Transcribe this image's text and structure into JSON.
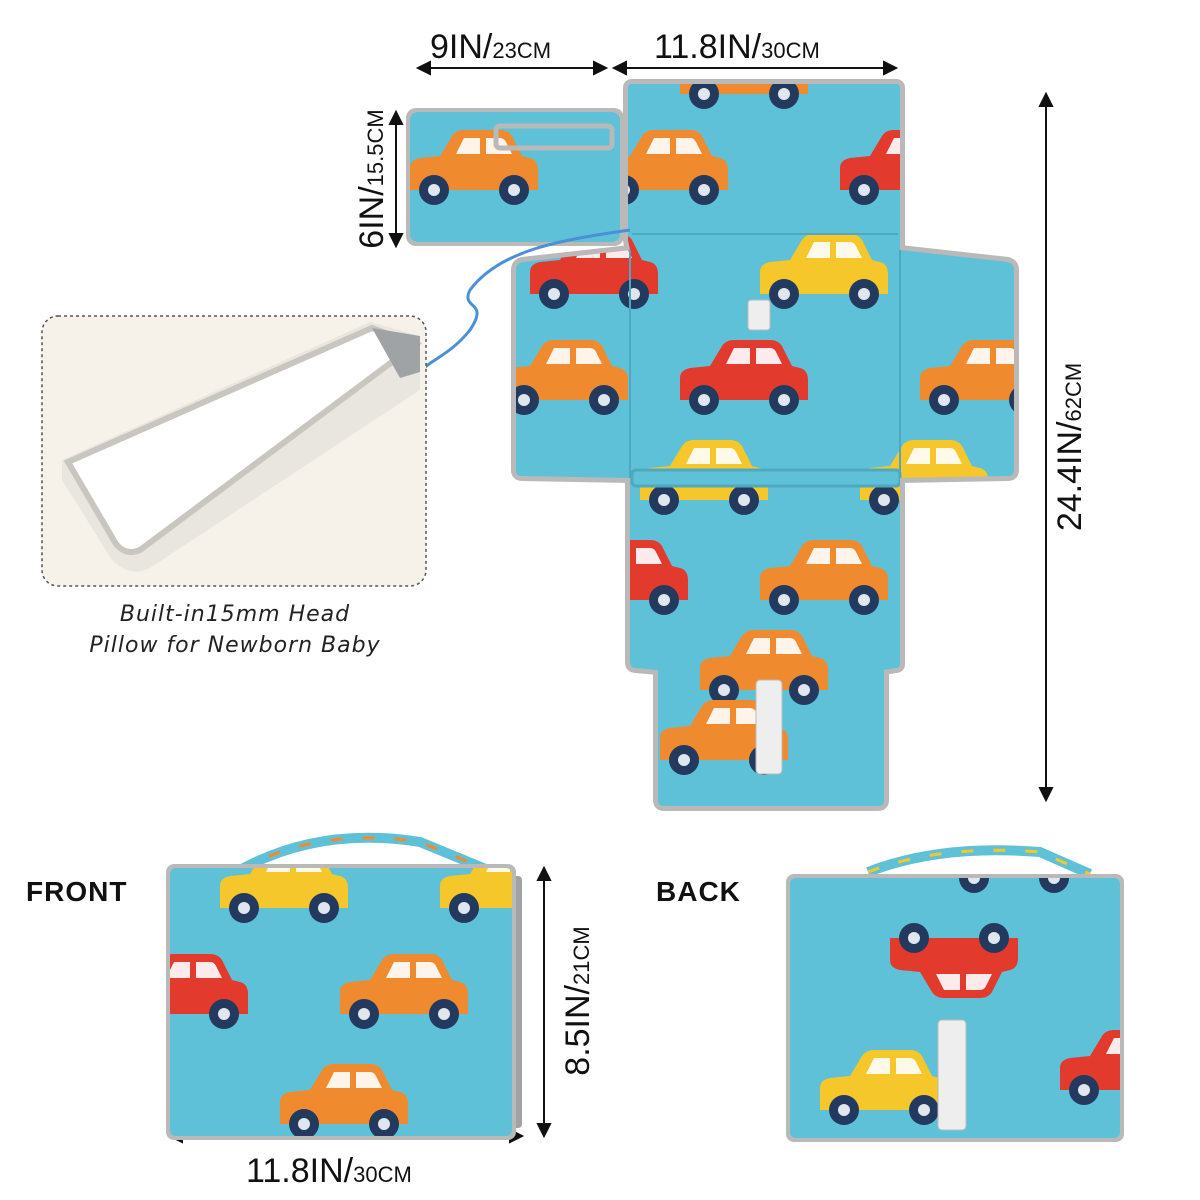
{
  "dimensions": {
    "top_left_width": {
      "main": "9IN/",
      "unit": "23CM"
    },
    "top_right_width": {
      "main": "11.8IN/",
      "unit": "30CM"
    },
    "flap_height": {
      "main": "6IN/",
      "unit": "15.5CM"
    },
    "mat_height": {
      "main": "24.4IN/",
      "unit": "62CM"
    },
    "folded_height": {
      "main": "8.5IN/",
      "unit": "21CM"
    },
    "folded_width": {
      "main": "11.8IN/",
      "unit": "30CM"
    }
  },
  "pillow_caption": {
    "line1": "Built-in15mm Head",
    "line2": "Pillow for Newborn Baby"
  },
  "views": {
    "front_label": "FRONT",
    "back_label": "BACK"
  },
  "colors": {
    "mat_blue": "#5fc1d8",
    "edge_gray": "#b9b9b9",
    "car_orange": "#f08a2e",
    "car_red": "#e23b2e",
    "car_yellow": "#f5c72a",
    "wheel_navy": "#233a5e",
    "arrow_blue": "#4b8fd6"
  }
}
